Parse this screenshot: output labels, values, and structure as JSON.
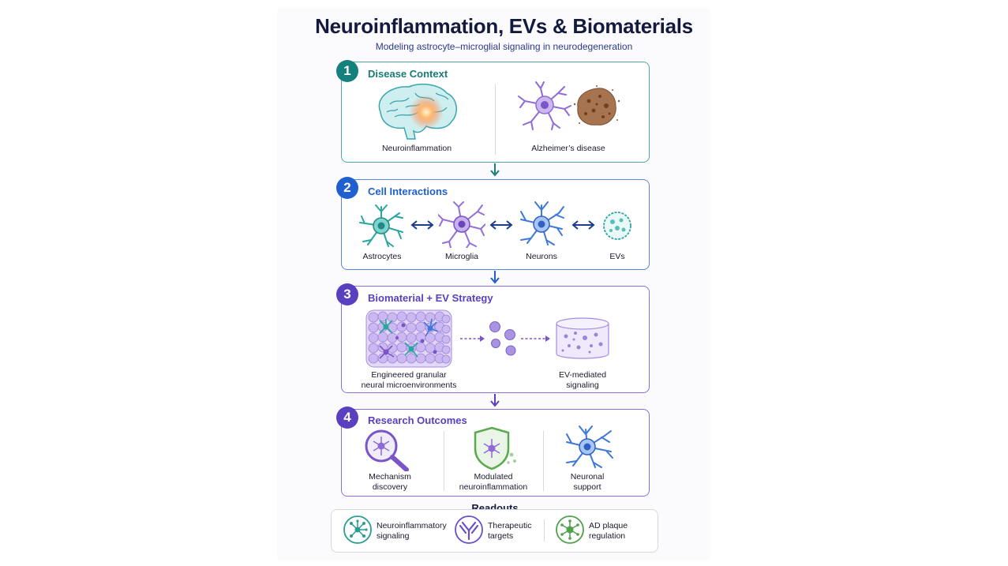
{
  "header": {
    "title": "Neuroinflammation, EVs & Biomaterials",
    "subtitle": "Modeling astrocyte–microglial signaling in neurodegeneration"
  },
  "sections": [
    {
      "number": "1",
      "title": "Disease Context",
      "color": "#15807c",
      "items": [
        {
          "label": "Neuroinflammation",
          "icon": "brain-icon"
        },
        {
          "label": "Alzheimer’s disease",
          "icon": "plaque-icon"
        }
      ]
    },
    {
      "number": "2",
      "title": "Cell Interactions",
      "color": "#1f5fd0",
      "items": [
        {
          "label": "Astrocytes",
          "icon": "astrocyte-icon"
        },
        {
          "label": "Microglia",
          "icon": "microglia-icon"
        },
        {
          "label": "Neurons",
          "icon": "neuron-icon"
        },
        {
          "label": "EVs",
          "icon": "ev-icon"
        }
      ]
    },
    {
      "number": "3",
      "title": "Biomaterial + EV Strategy",
      "color": "#5a3fbf",
      "items": [
        {
          "label_line1": "Engineered granular",
          "label_line2": "neural microenvironments",
          "icon": "granular-scaffold-icon"
        },
        {
          "label_line1": "EV-mediated",
          "label_line2": "signaling",
          "icon": "ev-dish-icon"
        }
      ]
    },
    {
      "number": "4",
      "title": "Research Outcomes",
      "color": "#5a3fbf",
      "items": [
        {
          "label_line1": "Mechanism",
          "label_line2": "discovery",
          "icon": "magnifier-icon"
        },
        {
          "label_line1": "Modulated",
          "label_line2": "neuroinflammation",
          "icon": "shield-icon"
        },
        {
          "label_line1": "Neuronal",
          "label_line2": "support",
          "icon": "neuron-icon"
        }
      ]
    }
  ],
  "readouts": {
    "title": "Readouts",
    "items": [
      {
        "line1": "Neuroinflammatory",
        "line2": "signaling",
        "icon": "network-icon",
        "color": "#2a9d92"
      },
      {
        "line1": "Therapeutic",
        "line2": "targets",
        "icon": "antibody-icon",
        "color": "#6a4fc8"
      },
      {
        "line1": "AD plaque",
        "line2": "regulation",
        "icon": "plaque-regulation-icon",
        "color": "#4fa14a"
      }
    ]
  }
}
